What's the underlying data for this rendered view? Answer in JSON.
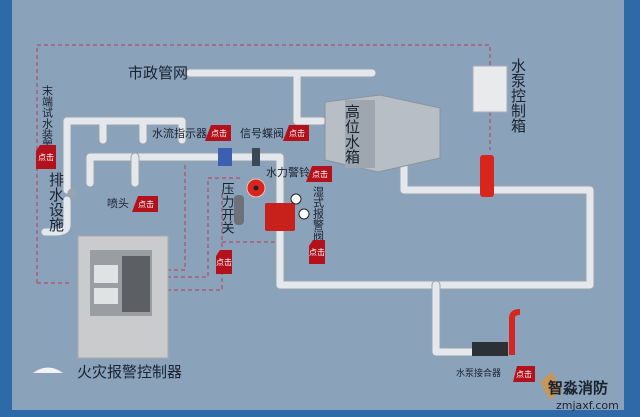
{
  "labels": {
    "municipal_network": "市政管网",
    "end_test_device": "末端试水装置",
    "drainage": "排水设施",
    "water_flow_indicator": "水流指示器",
    "signal_butterfly_valve": "信号蝶阀",
    "sprinkler": "喷头",
    "pressure_switch": "压力开关",
    "water_alarm_bell": "水力警铃",
    "wet_alarm_valve": "湿式报警阀",
    "high_water_tank": "高位水箱",
    "pump_control_box": "水泵控制箱",
    "fire_alarm_controller": "火灾报警控制器",
    "pump_adapter": "水泵接合器"
  },
  "click_label": "点击",
  "logo": {
    "name": "智淼消防",
    "url_text": "zmjaxf.com"
  },
  "colors": {
    "background": "#8aa2ba",
    "badge": "#b3121c",
    "pump": "#d8261e",
    "pipe": "#e4e8ec",
    "frame": "#2f6aa8"
  }
}
